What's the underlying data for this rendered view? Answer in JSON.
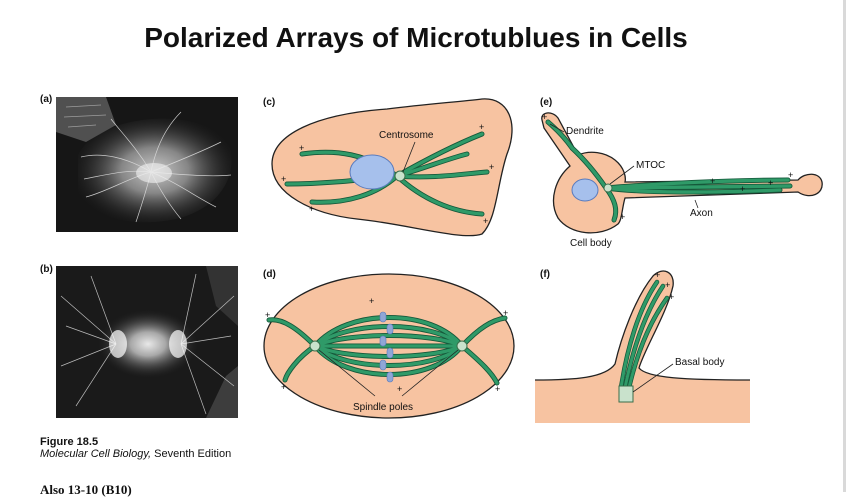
{
  "title": "Polarized Arrays of Microtublues in Cells",
  "panels": {
    "a": "(a)",
    "b": "(b)",
    "c": "(c)",
    "d": "(d)",
    "e": "(e)",
    "f": "(f)"
  },
  "labels": {
    "centrosome": "Centrosome",
    "spindle_poles": "Spindle poles",
    "dendrite": "Dendrite",
    "mtoc": "MTOC",
    "axon": "Axon",
    "cell_body": "Cell body",
    "basal_body": "Basal body",
    "plus": "+"
  },
  "caption": {
    "figure": "Figure 18.5",
    "book": "Molecular Cell Biology,",
    "edition": " Seventh Edition"
  },
  "footer_text": "Also 13-10 (B10)",
  "colors": {
    "cell_fill": "#f7c3a1",
    "cell_stroke": "#222222",
    "microtubule": "#2f9a68",
    "microtubule_dark": "#15583a",
    "nucleus": "#a6c0ec",
    "centrosome": "#c9e2cc",
    "micrograph_bg": "#151515"
  }
}
